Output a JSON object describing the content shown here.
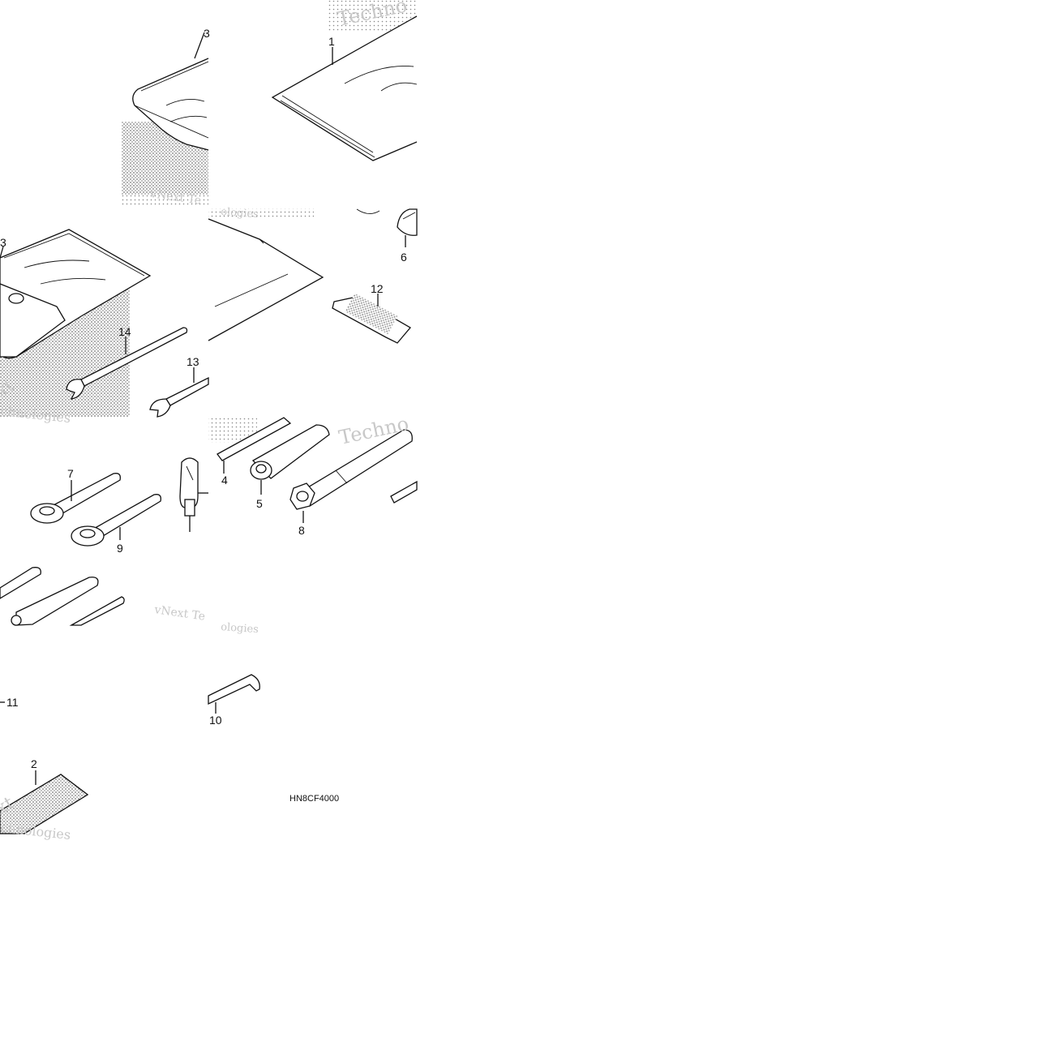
{
  "diagram": {
    "code": "HN8CF4000",
    "callouts": {
      "c1": "1",
      "c2": "2",
      "c3a": "3",
      "c3b": "3",
      "c4": "4",
      "c5": "5",
      "c6": "6",
      "c7": "7",
      "c8": "8",
      "c9": "9",
      "c10": "10",
      "c11": "11",
      "c12": "12",
      "c13": "13",
      "c14": "14"
    },
    "watermarks": {
      "w1": "vNext Technologies",
      "w2": "Techno",
      "w3": "vNext Te",
      "w4": "ologies",
      "w5": "xt",
      "w6": "chnologies",
      "w7": "Techno"
    }
  }
}
